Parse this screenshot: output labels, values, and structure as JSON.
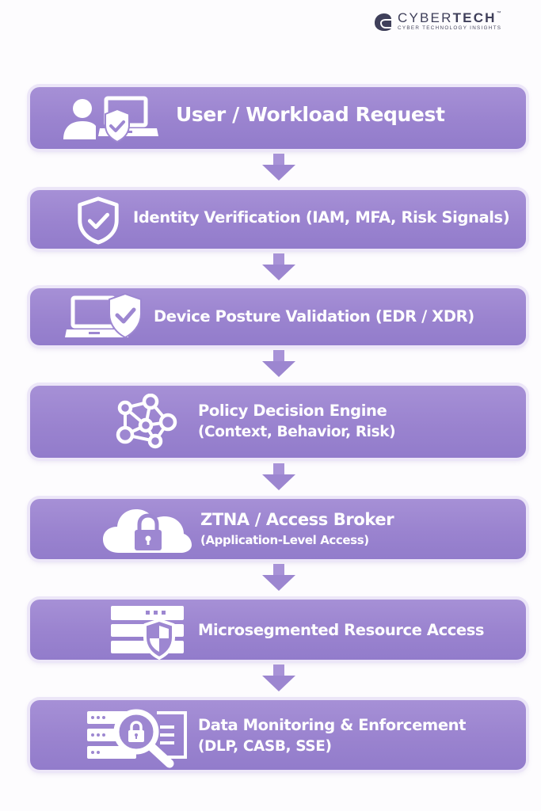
{
  "brand": {
    "name_light": "CYBER",
    "name_bold": "TECH",
    "trademark": "™",
    "tagline": "CYBER TECHNOLOGY INSIGHTS",
    "color": "#3f3f5a"
  },
  "diagram": {
    "type": "vertical-flow",
    "colors": {
      "card_fill": "#9d87d1",
      "card_border": "#ece6f8",
      "arrow_fill": "#9c86d0",
      "text": "#ffffff",
      "background": "#fdfcfe"
    },
    "steps": [
      {
        "icon": "user-laptop-shield-icon",
        "title": "User / Workload Request",
        "subtitle": ""
      },
      {
        "icon": "shield-check-icon",
        "title": "Identity Verification (IAM, MFA, Risk Signals)",
        "subtitle": ""
      },
      {
        "icon": "laptop-shield-icon",
        "title": "Device Posture Validation (EDR / XDR)",
        "subtitle": ""
      },
      {
        "icon": "network-nodes-icon",
        "title": "Policy Decision Engine",
        "subtitle": "(Context, Behavior, Risk)"
      },
      {
        "icon": "cloud-lock-icon",
        "title": "ZTNA / Access Broker",
        "subtitle": "(Application-Level Access)"
      },
      {
        "icon": "server-shield-icon",
        "title": "Microsegmented Resource Access",
        "subtitle": ""
      },
      {
        "icon": "server-magnifier-lock-icon",
        "title": "Data Monitoring & Enforcement",
        "subtitle": "(DLP, CASB, SSE)"
      }
    ],
    "connectors": [
      {
        "from": 1,
        "to": 2
      },
      {
        "from": 2,
        "to": 3
      },
      {
        "from": 3,
        "to": 4
      },
      {
        "from": 4,
        "to": 5
      },
      {
        "from": 5,
        "to": 6
      },
      {
        "from": 6,
        "to": 7
      }
    ]
  }
}
